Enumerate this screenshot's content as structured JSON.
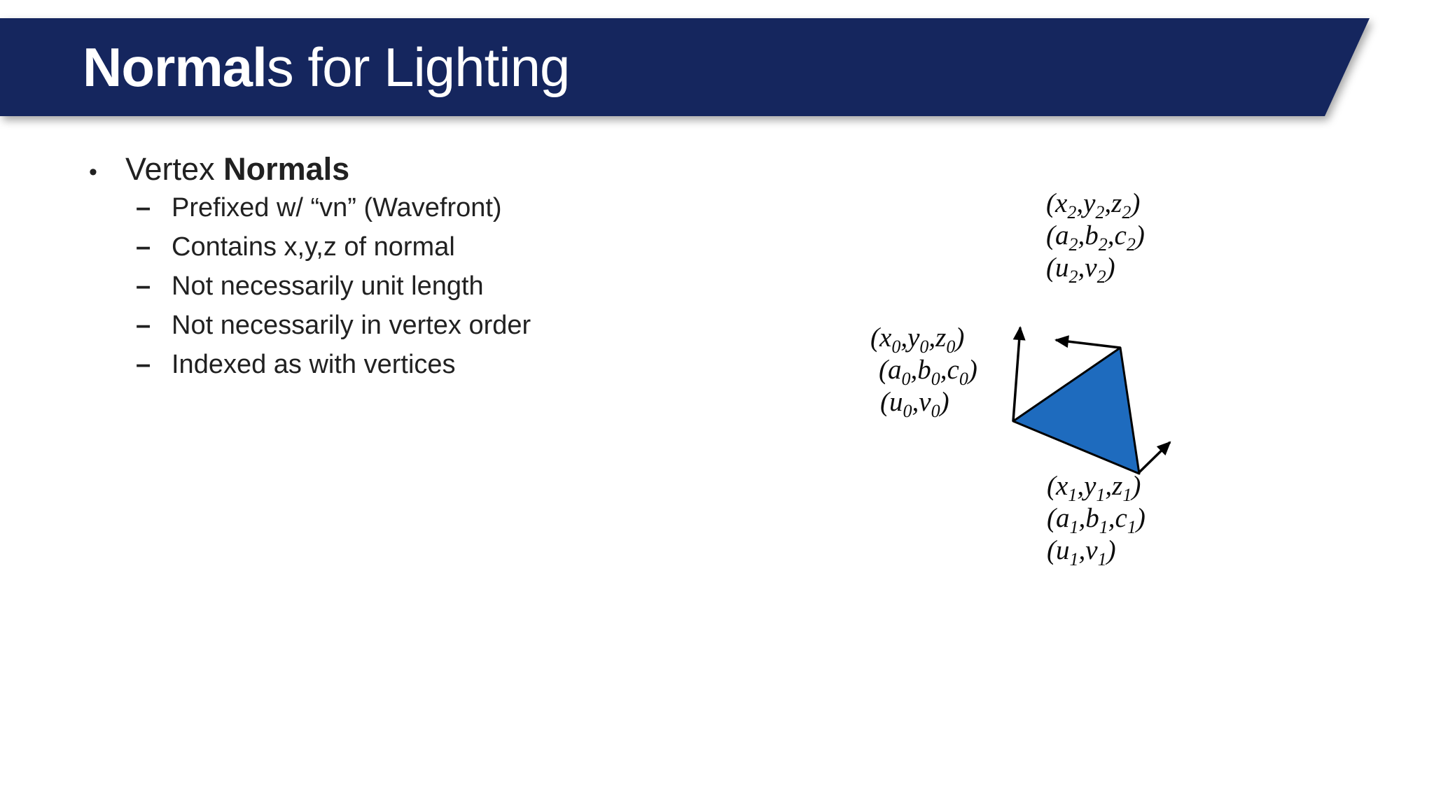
{
  "colors": {
    "background": "#FFFFFF",
    "banner": "#15265E",
    "title-text": "#FFFFFF",
    "body-text": "#212121",
    "triangle-fill": "#1E6BBE",
    "diagram-stroke": "#000000"
  },
  "header": {
    "title_bold": "Normal",
    "title_rest": "s for Lighting"
  },
  "bullets": {
    "marker": "•",
    "sub_marker": "–",
    "main_regular": "Vertex ",
    "main_bold": "Normals",
    "sub": [
      "Prefixed w/ “vn” (Wavefront)",
      "Contains x,y,z of normal",
      "Not necessarily unit length",
      "Not necessarily in vertex order",
      "Indexed as with vertices"
    ]
  },
  "diagram": {
    "vertex2_labels": [
      "(x_2,y_2,z_2)",
      "(a_2,b_2,c_2)",
      "(u_2,v_2)"
    ],
    "vertex0_labels": [
      "(x_0,y_0,z_0)",
      "(a_0,b_0,c_0)",
      "(u_0,v_0)"
    ],
    "vertex1_labels": [
      "(x_1,y_1,z_1)",
      "(a_1,b_1,c_1)",
      "(u_1,v_1)"
    ]
  }
}
